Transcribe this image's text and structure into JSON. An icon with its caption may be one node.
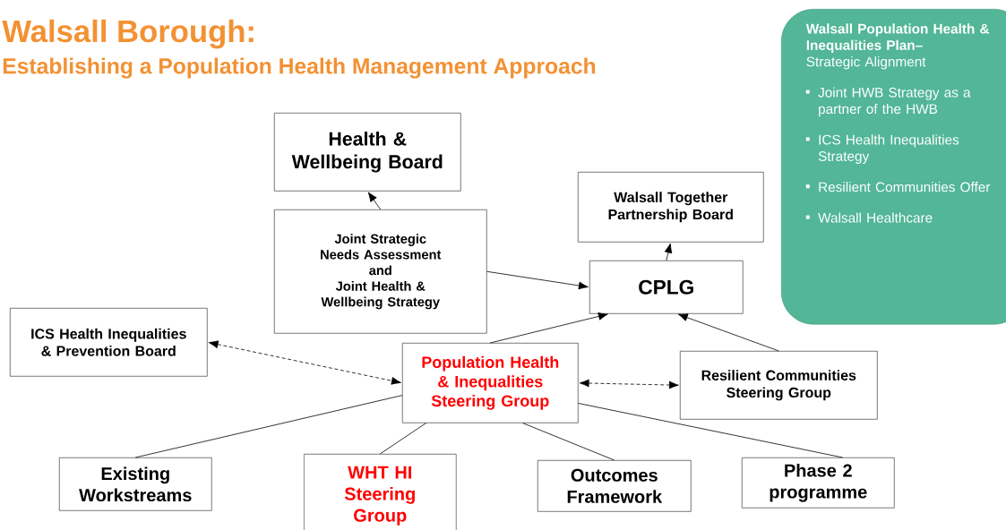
{
  "diagram": {
    "title": "Walsall Borough:",
    "nodes": [
      {
        "text": [
          "Health & Wellbeing Board"
        ]
      },
      {
        "text": [
          "Walsall Together Partnership Board"
        ]
      },
      {
        "text": [
          "Joint Strategic Needs Assessment",
          "and",
          "Joint Health & Wellbeing Strategy"
        ]
      },
      {
        "text": [
          "CPLG"
        ]
      },
      {
        "text": [
          "ICS Health Inequalities & Prevention Board"
        ]
      },
      {
        "text": [
          "Population Health & Inequalities Steering Group"
        ]
      },
      {
        "text": [
          "Resilient Communities Steering Group"
        ]
      },
      {
        "text": [
          "Existing Workstreams"
        ]
      },
      {
        "text": [
          "WHT HI Steering Group"
        ]
      },
      {
        "text": [
          "Outcomes Framework"
        ]
      },
      {
        "text": [
          "Phase 2 programme"
        ]
      },
      {
        "text": [
          "Walsall Population Health & Inequalities Plan–",
          "Strategic Alignment",
          "Joint HWB Strategy as a partner of the HWB",
          "ICS Health Inequalities Strategy",
          "Resilient Communities Offer",
          "Walsall Healthcare"
        ]
      }
    ],
    "edges": [
      {
        "from": 2,
        "to": 0,
        "arrow": "to"
      },
      {
        "from": 2,
        "to": 3,
        "arrow": "to"
      },
      {
        "from": 3,
        "to": 1,
        "arrow": "to"
      },
      {
        "from": 5,
        "to": 3,
        "arrow": "to"
      },
      {
        "from": 6,
        "to": 3,
        "arrow": "to"
      },
      {
        "from": 4,
        "to": 5,
        "arrow": "both",
        "style": "dashed"
      },
      {
        "from": 5,
        "to": 6,
        "arrow": "both",
        "style": "dashed"
      },
      {
        "from": 5,
        "to": 7,
        "arrow": "none"
      },
      {
        "from": 5,
        "to": 8,
        "arrow": "none"
      },
      {
        "from": 5,
        "to": 9,
        "arrow": "none"
      },
      {
        "from": 5,
        "to": 10,
        "arrow": "none"
      }
    ],
    "labels": [
      "Establishing a Population Health Management Approach"
    ]
  }
}
